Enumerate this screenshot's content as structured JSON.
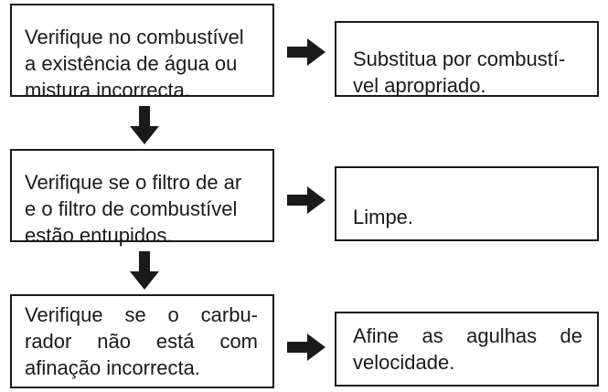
{
  "steps": [
    {
      "check_lines": [
        "Verifique no combustível",
        "a existência de água ou",
        "mistura incorrecta."
      ],
      "action_lines": [
        "Substitua por combustí-",
        "vel apropriado."
      ]
    },
    {
      "check_lines": [
        "Verifique se o filtro de ar",
        "e o filtro de combustível",
        "estão entupidos."
      ],
      "action_lines": [
        "Limpe."
      ]
    },
    {
      "check_lines": [
        "Verifique se o carbu-",
        "rador não está com",
        "afinação incorrecta."
      ],
      "action_lines": [
        "Afine as agulhas de",
        "velocidade."
      ]
    }
  ],
  "colors": {
    "line": "#1a1a1a",
    "background": "#ffffff"
  },
  "icons": {
    "right": "arrow-right-icon",
    "down": "arrow-down-icon"
  }
}
